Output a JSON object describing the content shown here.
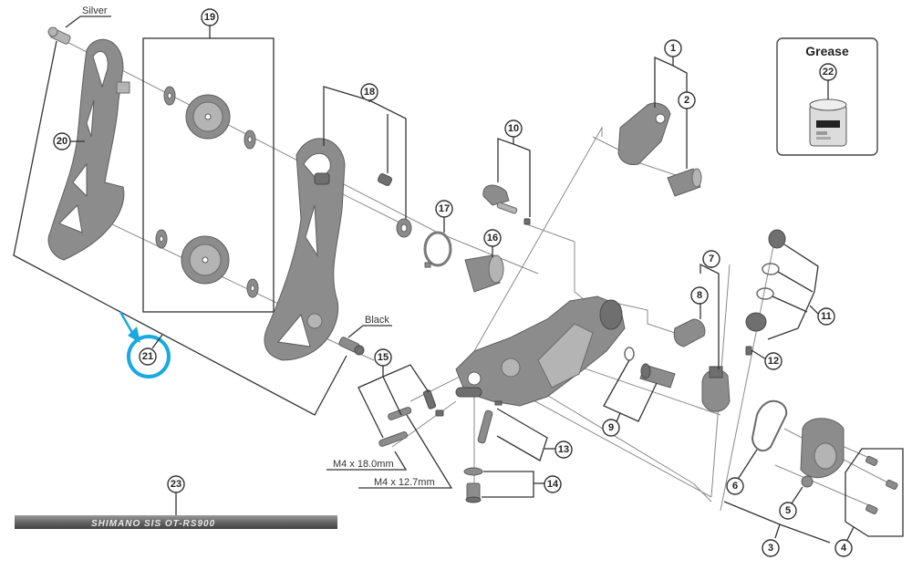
{
  "diagram": {
    "title": "Rear derailleur exploded parts diagram",
    "callouts": [
      "1",
      "2",
      "3",
      "4",
      "5",
      "6",
      "7",
      "8",
      "9",
      "10",
      "11",
      "12",
      "13",
      "14",
      "15",
      "16",
      "17",
      "18",
      "19",
      "20",
      "21",
      "22",
      "23"
    ],
    "labels": {
      "silver": "Silver",
      "black": "Black",
      "bolt_long": "M4 x 18.0mm",
      "bolt_short": "M4 x 12.7mm"
    },
    "grease_box": {
      "title": "Grease",
      "callout": "22"
    },
    "cable": {
      "callout": "23",
      "print": "SHIMANO SIS OT-RS900"
    },
    "highlight": {
      "callout": "21",
      "color": "#19a9e1"
    },
    "colors": {
      "line": "#333333",
      "part": "#8c8c8c",
      "highlight": "#19a9e1"
    }
  }
}
